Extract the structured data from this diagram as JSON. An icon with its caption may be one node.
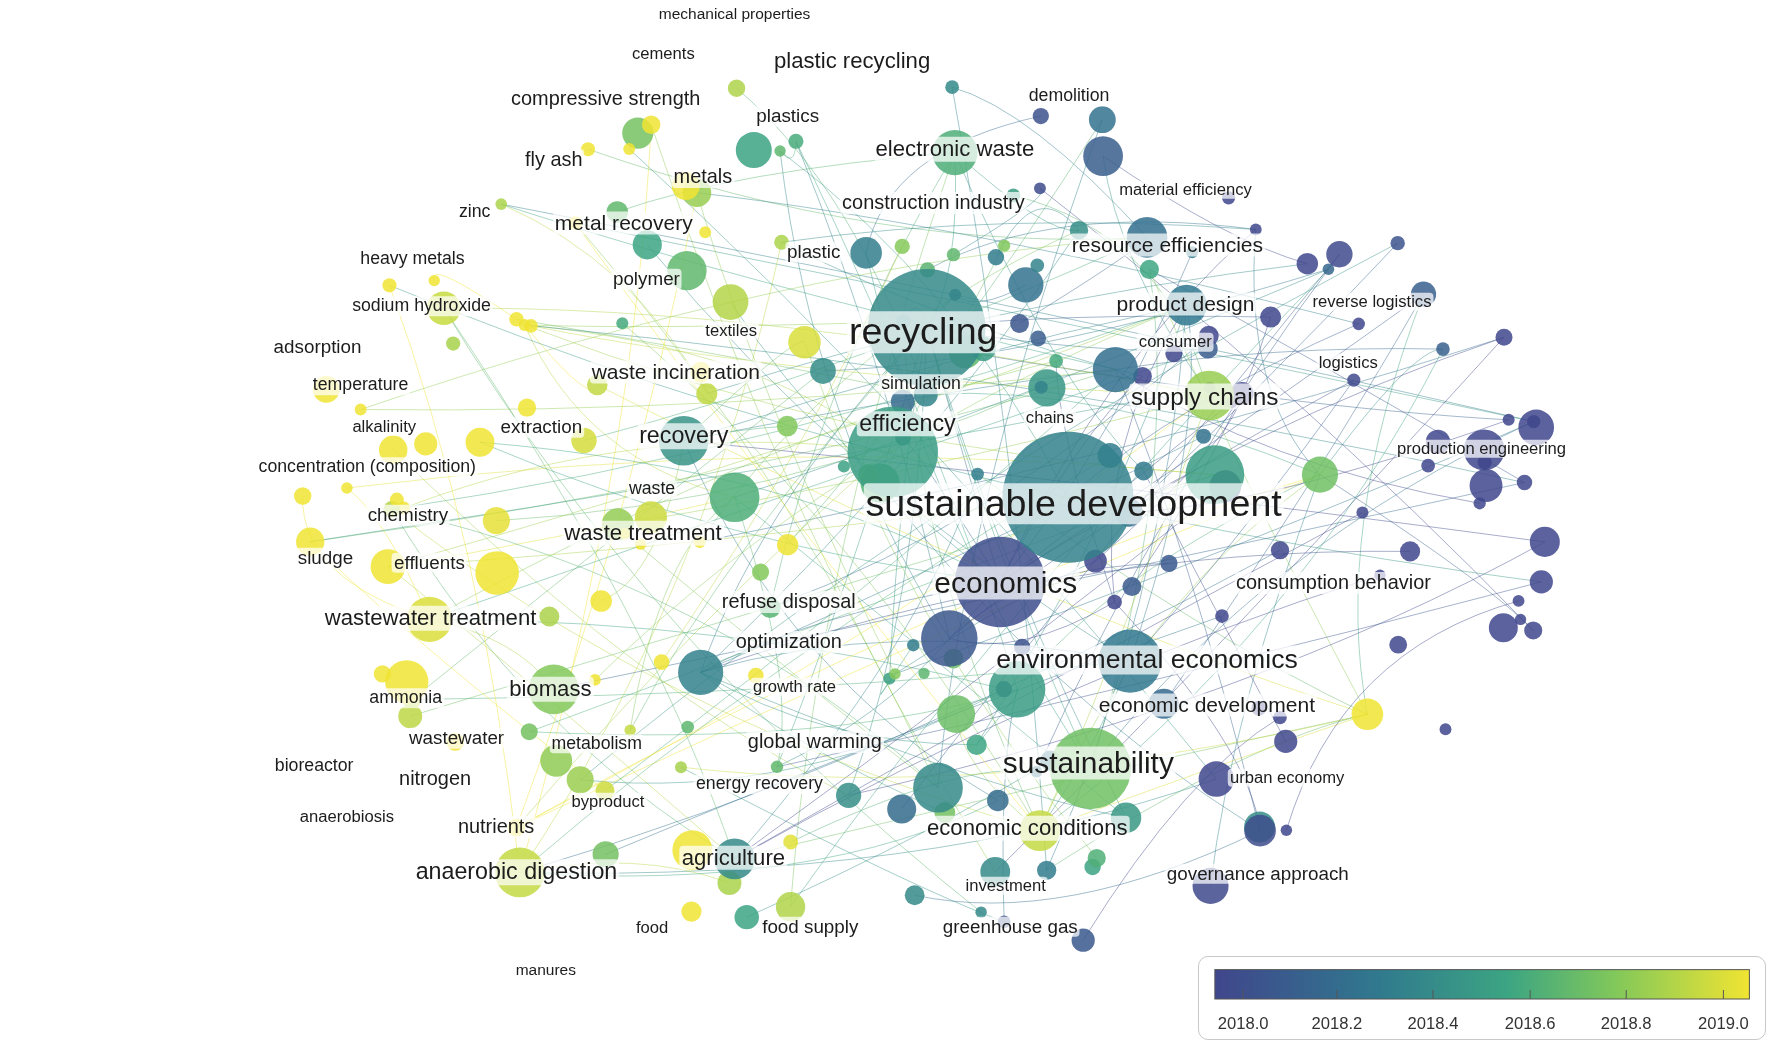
{
  "diagram": {
    "labels": [
      "mechanical properties",
      "cements",
      "plastic recycling",
      "compressive strength",
      "demolition",
      "plastics",
      "electronic waste",
      "fly ash",
      "metals",
      "material efficiency",
      "zinc",
      "construction industry",
      "metal recovery",
      "heavy metals",
      "plastic",
      "resource efficiencies",
      "polymer",
      "sodium hydroxide",
      "product design",
      "reverse logistics",
      "recycling",
      "textiles",
      "consumer",
      "adsorption",
      "logistics",
      "waste incineration",
      "temperature",
      "simulation",
      "supply chains",
      "chains",
      "alkalinity",
      "extraction",
      "efficiency",
      "recovery",
      "production engineering",
      "concentration (composition)",
      "waste",
      "sustainable development",
      "chemistry",
      "waste treatment",
      "sludge",
      "effluents",
      "economics",
      "consumption behavior",
      "refuse disposal",
      "wastewater treatment",
      "optimization",
      "environmental economics",
      "biomass",
      "growth rate",
      "ammonia",
      "economic development",
      "wastewater",
      "metabolism",
      "global warming",
      "sustainability",
      "bioreactor",
      "nitrogen",
      "urban economy",
      "energy recovery",
      "byproduct",
      "anaerobiosis",
      "nutrients",
      "economic conditions",
      "anaerobic digestion",
      "agriculture",
      "governance approach",
      "investment",
      "food",
      "food supply",
      "greenhouse gas",
      "manures",
      "2018.0",
      "2018.2",
      "2018.4",
      "2018.6",
      "2018.8",
      "2019.0"
    ]
  }
}
